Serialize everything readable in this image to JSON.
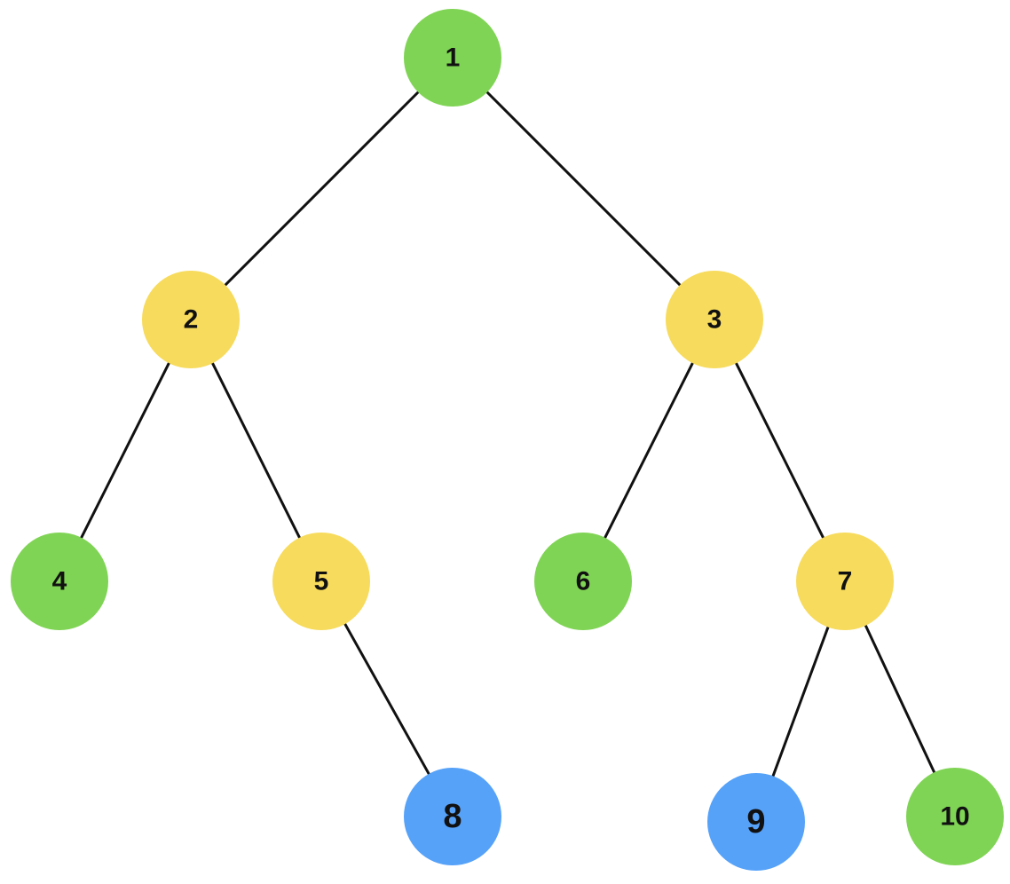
{
  "diagram": {
    "colors": {
      "green": "#80D455",
      "yellow": "#F7DB5C",
      "blue": "#56A2F9",
      "edge": "#111111",
      "text": "#111111"
    },
    "nodes": [
      {
        "id": "1",
        "label": "1",
        "color": "green"
      },
      {
        "id": "2",
        "label": "2",
        "color": "yellow"
      },
      {
        "id": "3",
        "label": "3",
        "color": "yellow"
      },
      {
        "id": "4",
        "label": "4",
        "color": "green"
      },
      {
        "id": "5",
        "label": "5",
        "color": "yellow"
      },
      {
        "id": "6",
        "label": "6",
        "color": "green"
      },
      {
        "id": "7",
        "label": "7",
        "color": "yellow"
      },
      {
        "id": "8",
        "label": "8",
        "color": "blue"
      },
      {
        "id": "9",
        "label": "9",
        "color": "blue"
      },
      {
        "id": "10",
        "label": "10",
        "color": "green"
      }
    ],
    "edges": [
      {
        "from": "1",
        "to": "2"
      },
      {
        "from": "1",
        "to": "3"
      },
      {
        "from": "2",
        "to": "4"
      },
      {
        "from": "2",
        "to": "5"
      },
      {
        "from": "3",
        "to": "6"
      },
      {
        "from": "3",
        "to": "7"
      },
      {
        "from": "5",
        "to": "8"
      },
      {
        "from": "7",
        "to": "9"
      },
      {
        "from": "7",
        "to": "10"
      }
    ]
  }
}
